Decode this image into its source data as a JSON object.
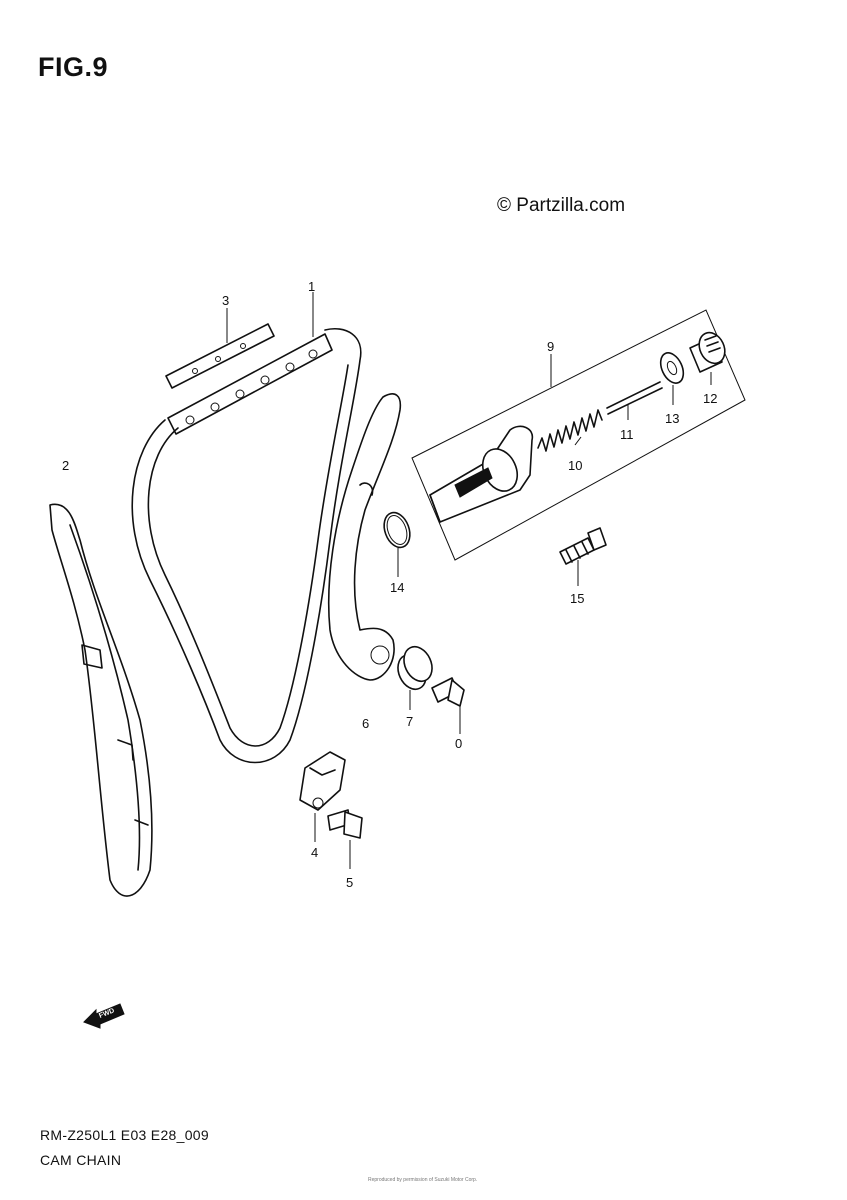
{
  "figure": {
    "title": "FIG.9",
    "watermark": "© Partzilla.com",
    "model_code": "RM-Z250L1 E03 E28_009",
    "section_title": "CAM CHAIN",
    "footer_note": "Reproduced by permission of Suzuki Motor Corp."
  },
  "callouts": [
    {
      "id": "1",
      "label": "1"
    },
    {
      "id": "2",
      "label": "2"
    },
    {
      "id": "3",
      "label": "3"
    },
    {
      "id": "4",
      "label": "4"
    },
    {
      "id": "5",
      "label": "5"
    },
    {
      "id": "6",
      "label": "6"
    },
    {
      "id": "7",
      "label": "7"
    },
    {
      "id": "8",
      "label": "0"
    },
    {
      "id": "9",
      "label": "9"
    },
    {
      "id": "10",
      "label": "10"
    },
    {
      "id": "11",
      "label": "11"
    },
    {
      "id": "12",
      "label": "12"
    },
    {
      "id": "13",
      "label": "13"
    },
    {
      "id": "14",
      "label": "14"
    },
    {
      "id": "15",
      "label": "15"
    }
  ],
  "fwd_badge": "FWD",
  "icons": [
    "fwd-arrow-icon"
  ]
}
